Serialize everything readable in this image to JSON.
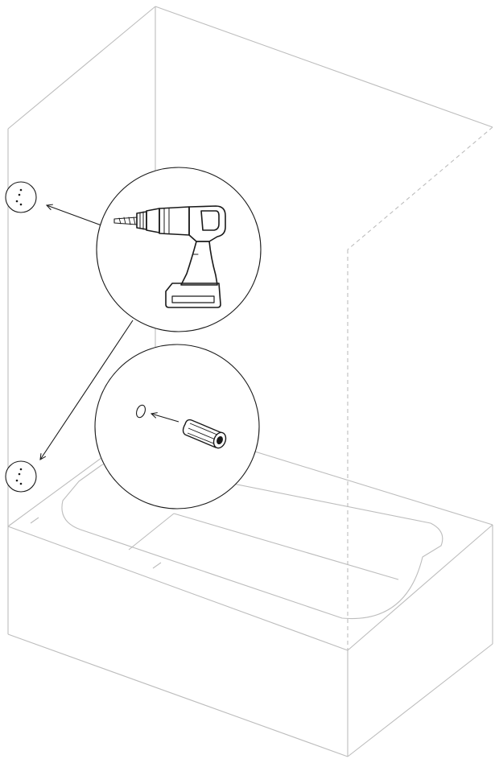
{
  "diagram": {
    "kind": "installation-step-illustration",
    "colors": {
      "structure": "#bdbdbd",
      "ink": "#1a1a1a",
      "background": "#ffffff"
    },
    "callouts": [
      {
        "id": "drill-callout",
        "icon": "cordless-drill-icon"
      },
      {
        "id": "anchor-callout",
        "icon": "wall-plug-anchor-icon"
      }
    ],
    "markers": [
      {
        "id": "upper-hole-marker",
        "icon": "drill-holes-icon"
      },
      {
        "id": "lower-hole-marker",
        "icon": "drill-holes-icon"
      }
    ]
  }
}
